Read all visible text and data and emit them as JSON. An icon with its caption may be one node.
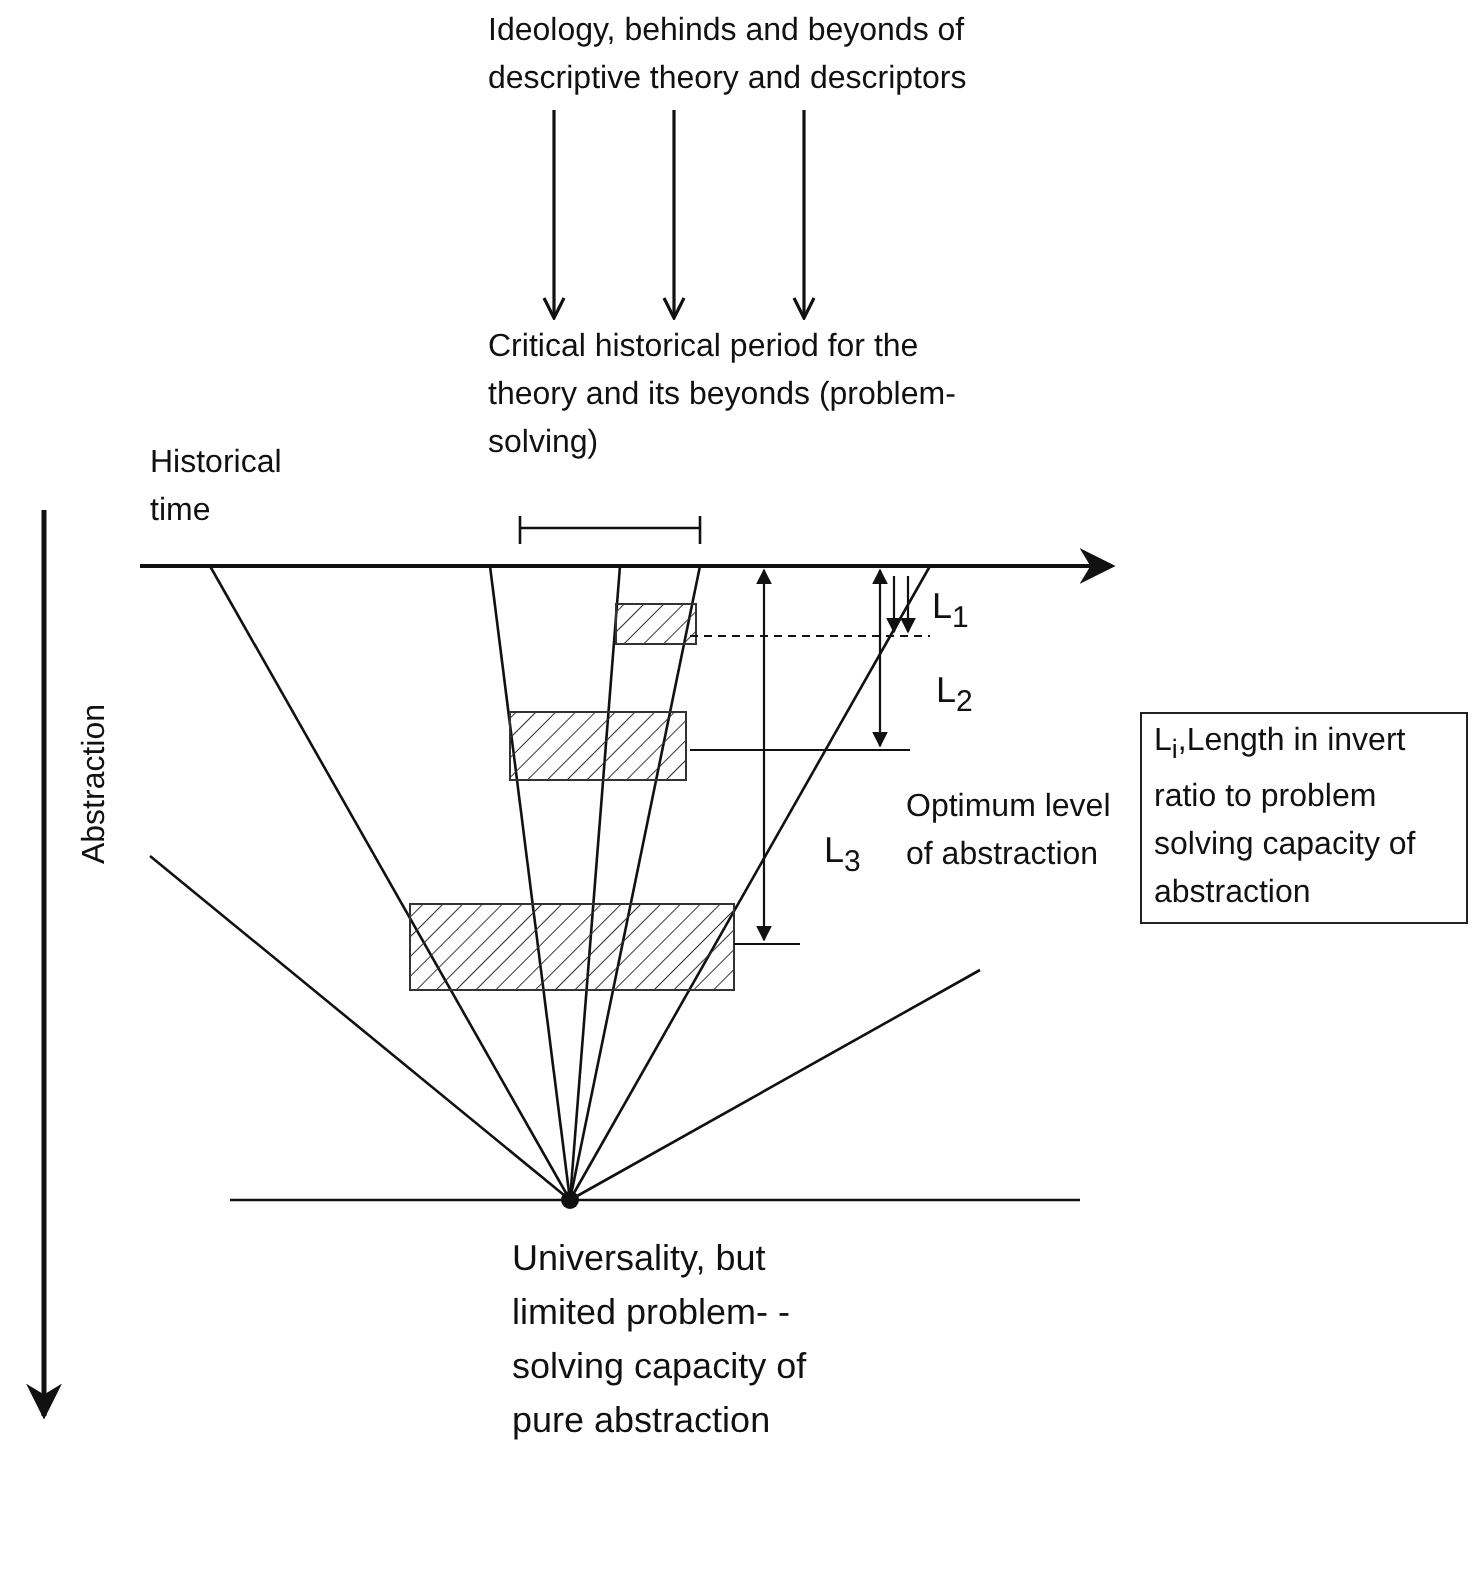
{
  "diagram": {
    "nodes": [
      {
        "text": [
          "Ideology, behinds and beyonds of descriptive theory and descriptors"
        ]
      },
      {
        "text": [
          "Critical historical period for the theory and its beyonds (problem-solving)"
        ]
      },
      {
        "text": [
          "L$_{i}$,Length in invert ratio to problem solving capacity of abstraction"
        ]
      }
    ],
    "edges": [
      {
        "from": 0,
        "to": 1,
        "arrow": "to"
      },
      {
        "from": 0,
        "to": 1,
        "arrow": "to"
      },
      {
        "from": 0,
        "to": 1,
        "arrow": "to"
      }
    ],
    "labels": [
      "Historical time",
      "L$_{1}$",
      "L$_{2}$",
      "Abstraction",
      "Optimum level of abstraction",
      "L$_{3}$",
      "Universality, but limited problem- -solving capacity of pure abstraction"
    ]
  }
}
